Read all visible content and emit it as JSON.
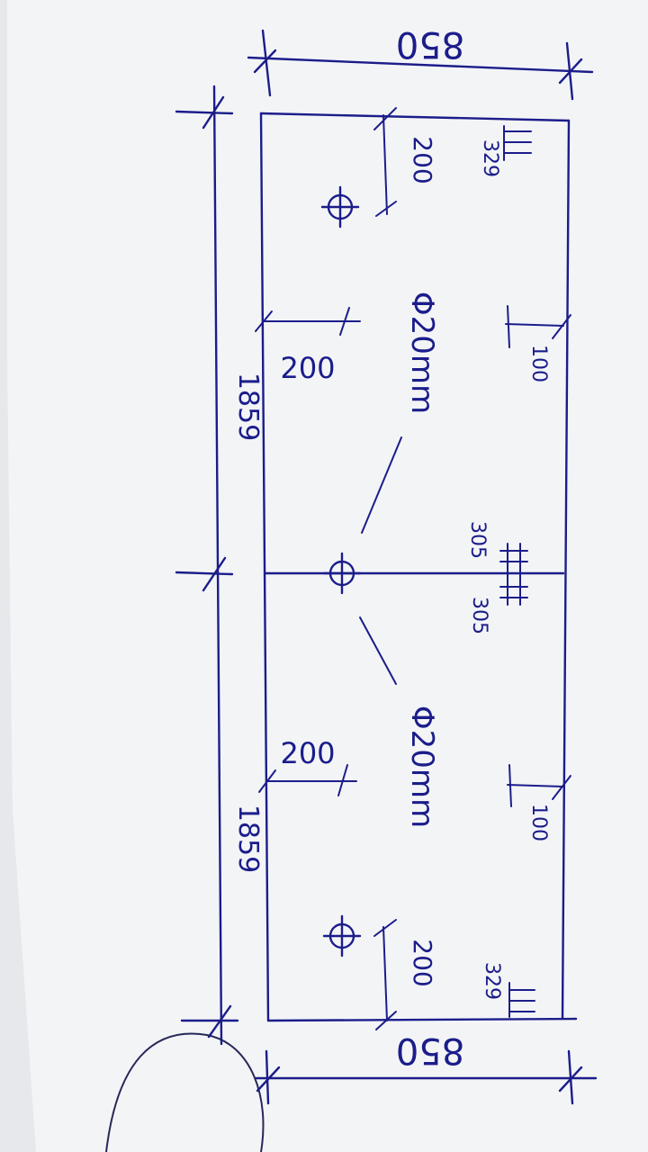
{
  "drawing": {
    "ink_color": "#1b1d8a",
    "paper_color": "#f4f5f7",
    "labels": {
      "width_top": "850",
      "width_bottom": "850",
      "length_left_upper": "1859",
      "length_left_lower": "1859",
      "offset_200_upper_hole": "200",
      "offset_200_left_upper": "200",
      "offset_200_left_lower": "200",
      "offset_200_lower_hole": "200",
      "dim_329_top": "329",
      "dim_329_bottom": "329",
      "dim_100_upper": "100",
      "dim_100_lower": "100",
      "dim_305_left": "305",
      "dim_305_right": "305",
      "hole_diameter_upper": "Φ20mm",
      "hole_diameter_lower": "Φ20mm"
    }
  }
}
